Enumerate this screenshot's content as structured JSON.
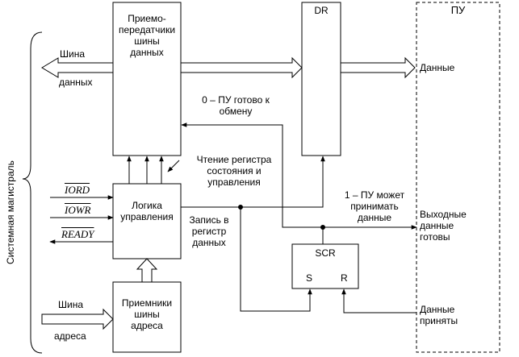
{
  "system_bus": "Системная магистраль",
  "transceivers": {
    "line1": "Приемо-",
    "line2": "передатчики",
    "line3": "шины",
    "line4": "данных"
  },
  "dr": "DR",
  "pu": "ПУ",
  "control_logic": {
    "line1": "Логика",
    "line2": "управления"
  },
  "address_receivers": {
    "line1": "Приемники",
    "line2": "шины",
    "line3": "адреса"
  },
  "scr": {
    "title": "SCR",
    "s": "S",
    "r": "R"
  },
  "data_bus": {
    "top": "Шина",
    "bottom": "данных"
  },
  "address_bus": {
    "top": "Шина",
    "bottom": "адреса"
  },
  "signals": {
    "iord": "IORD",
    "iowr": "IOWR",
    "ready": "READY"
  },
  "labels": {
    "data": "Данные",
    "pu_ready": {
      "line1": "0 – ПУ готово к",
      "line2": "обмену"
    },
    "read_status": {
      "line1": "Чтение регистра",
      "line2": "состояния и",
      "line3": "управления"
    },
    "write_data": {
      "line1": "Запись в",
      "line2": "регистр",
      "line3": "данных"
    },
    "pu_can_accept": {
      "line1": "1 – ПУ может",
      "line2": "принимать",
      "line3": "данные"
    },
    "output_ready": {
      "line1": "Выходные",
      "line2": "данные",
      "line3": "готовы"
    },
    "data_accepted": {
      "line1": "Данные",
      "line2": "приняты"
    }
  }
}
